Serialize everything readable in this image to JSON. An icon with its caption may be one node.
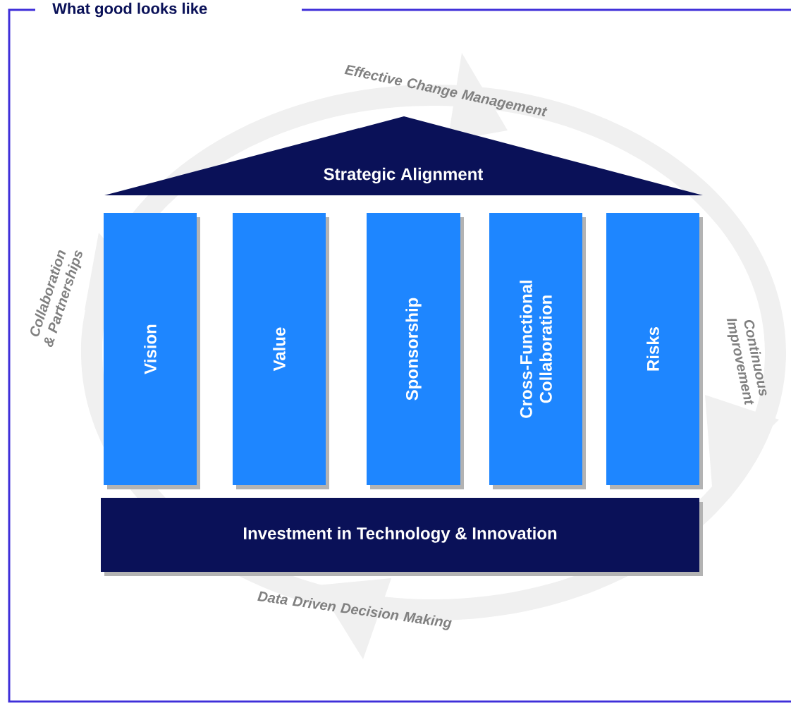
{
  "diagram": {
    "title": "What good looks like",
    "nodes": [
      {
        "text": [
          "Strategic Alignment"
        ]
      },
      {
        "text": [
          "Vision"
        ]
      },
      {
        "text": [
          "Value"
        ]
      },
      {
        "text": [
          "Sponsorship"
        ]
      },
      {
        "text": [
          "Cross-Functional Collaboration"
        ]
      },
      {
        "text": [
          "Risks"
        ]
      },
      {
        "text": [
          "Investment in Technology & Innovation"
        ]
      }
    ],
    "labels": [
      "Effective Change Management",
      "Collaboration & Partnerships",
      "Continuous Improvement",
      "Data Driven Decision Making"
    ]
  }
}
